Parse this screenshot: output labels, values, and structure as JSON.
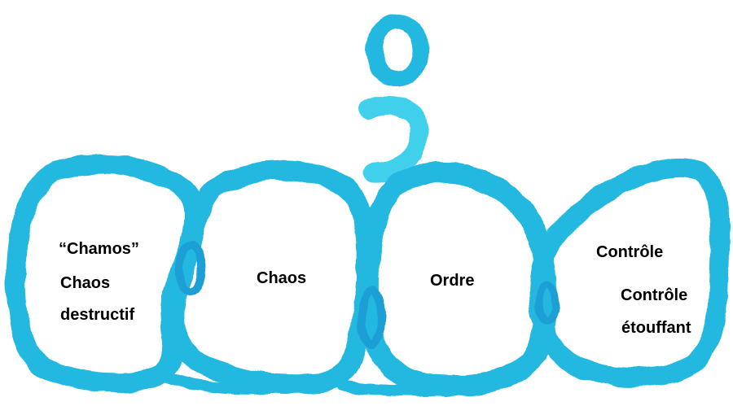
{
  "colors": {
    "ink": "#22b8e0",
    "ink_light": "#3fd0ec",
    "ink_dark": "#1a9fd4",
    "text": "#000000",
    "background": "#ffffff"
  },
  "shapes": {
    "top_symbol": "circle-over-hook",
    "loops": [
      "loop-chamos",
      "loop-chaos",
      "loop-ordre",
      "loop-controle"
    ]
  },
  "labels": {
    "chamos_quoted": "“Chamos”",
    "chamos_chaos": "Chaos",
    "chamos_destructif": "destructif",
    "chaos": "Chaos",
    "ordre": "Ordre",
    "controle": "Contrôle",
    "controle_etouffant_1": "Contrôle",
    "controle_etouffant_2": "étouffant"
  }
}
